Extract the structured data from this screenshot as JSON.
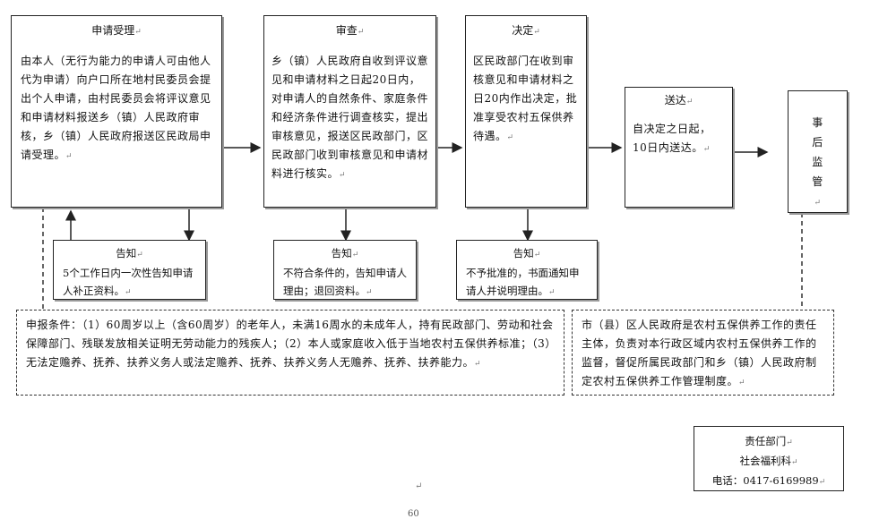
{
  "steps": [
    {
      "title": "申请受理",
      "text": "由本人（无行为能力的申请人可由他人代为申请）向户口所在地村民委员会提出个人申请，由村民委员会将评议意见和申请材料报送乡（镇）人民政府审核，乡（镇）人民政府报送区民政局申请受理。"
    },
    {
      "title": "审查",
      "text": "乡（镇）人民政府自收到评议意见和申请材料之日起20日内，对申请人的自然条件、家庭条件和经济条件进行调查核实，提出审核意见，报送区民政部门，区民政部门收到审核意见和申请材料进行核实。"
    },
    {
      "title": "决定",
      "text": "区民政部门在收到审核意见和申请材料之日20内作出决定，批准享受农村五保供养待遇。"
    },
    {
      "title": "送达",
      "text": "自决定之日起，10日内送达。"
    },
    {
      "title": "",
      "text": "事后监管"
    }
  ],
  "notices": [
    {
      "title": "告知",
      "text": "5个工作日内一次性告知申请人补正资料。"
    },
    {
      "title": "告知",
      "text": "不符合条件的，告知申请人理由；退回资料。"
    },
    {
      "title": "告知",
      "text": "不予批准的，书面通知申请人并说明理由。"
    }
  ],
  "conditions": "申报条件：（1）60周岁以上（含60周岁）的老年人，未满16周水的未成年人，持有民政部门、劳动和社会保障部门、残联发放相关证明无劳动能力的残疾人；（2）本人或家庭收入低于当地农村五保供养标准；（3）无法定赡养、抚养、扶养义务人或法定赡养、抚养、扶养义务人无赡养、抚养、扶养能力。",
  "responsibility": "市（县）区人民政府是农村五保供养工作的责任主体，负责对本行政区域内农村五保供养工作的监督，督促所属民政部门和乡（镇）人民政府制定农村五保供养工作管理制度。",
  "contact": {
    "dept_label": "责任部门",
    "dept": "社会福利科",
    "phone": "电话：0417-6169989"
  },
  "paragraph_mark": "↵",
  "page_number": "60"
}
